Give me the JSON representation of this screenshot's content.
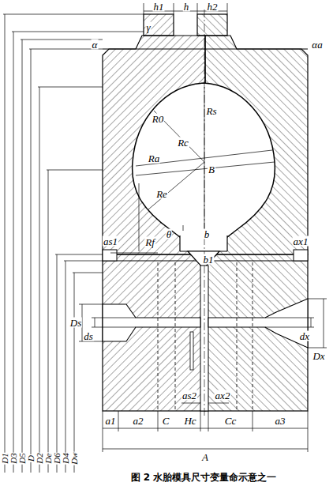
{
  "diagram": {
    "caption": "图 2 水胎模具尺寸变量命示意之一",
    "labels": [
      "h1",
      "h",
      "h2",
      "γ",
      "α",
      "αa",
      "R0",
      "Rs",
      "Rc",
      "Ra",
      "B",
      "Re",
      "θ",
      "b",
      "Rf",
      "b1",
      "as1",
      "ax1",
      "Ds",
      "ds",
      "dx",
      "Dx",
      "as2",
      "ax2",
      "a1",
      "a2",
      "C",
      "Hc",
      "Cc",
      "a3",
      "A",
      "D1",
      "D3",
      "D5",
      "D",
      "D2",
      "De",
      "D6",
      "D4",
      "Dw"
    ]
  }
}
